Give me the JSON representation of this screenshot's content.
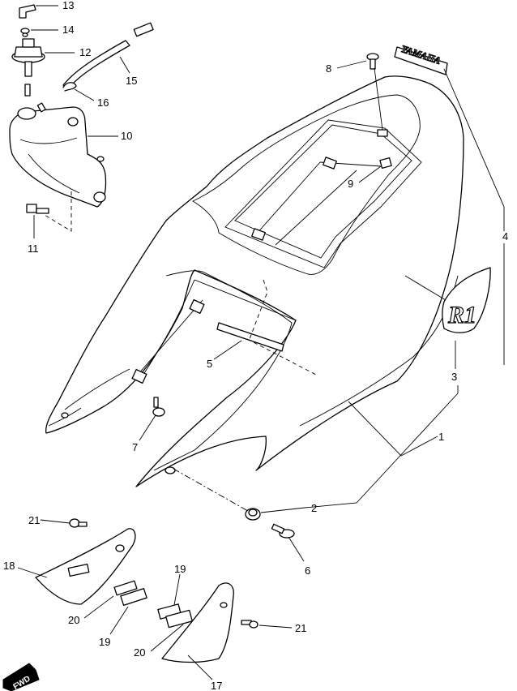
{
  "callouts": {
    "c1": "1",
    "c2": "2",
    "c3": "3",
    "c4": "4",
    "c5": "5",
    "c6": "6",
    "c7": "7",
    "c8": "8",
    "c9": "9",
    "c10": "10",
    "c11": "11",
    "c12": "12",
    "c13": "13",
    "c14": "14",
    "c15": "15",
    "c16": "16",
    "c17": "17",
    "c18": "18",
    "c19a": "19",
    "c19b": "19",
    "c20a": "20",
    "c20b": "20",
    "c21a": "21",
    "c21b": "21"
  },
  "decals": {
    "brand": "YAMAHA",
    "model": "R1"
  },
  "badge": {
    "fwd": "FWD"
  }
}
